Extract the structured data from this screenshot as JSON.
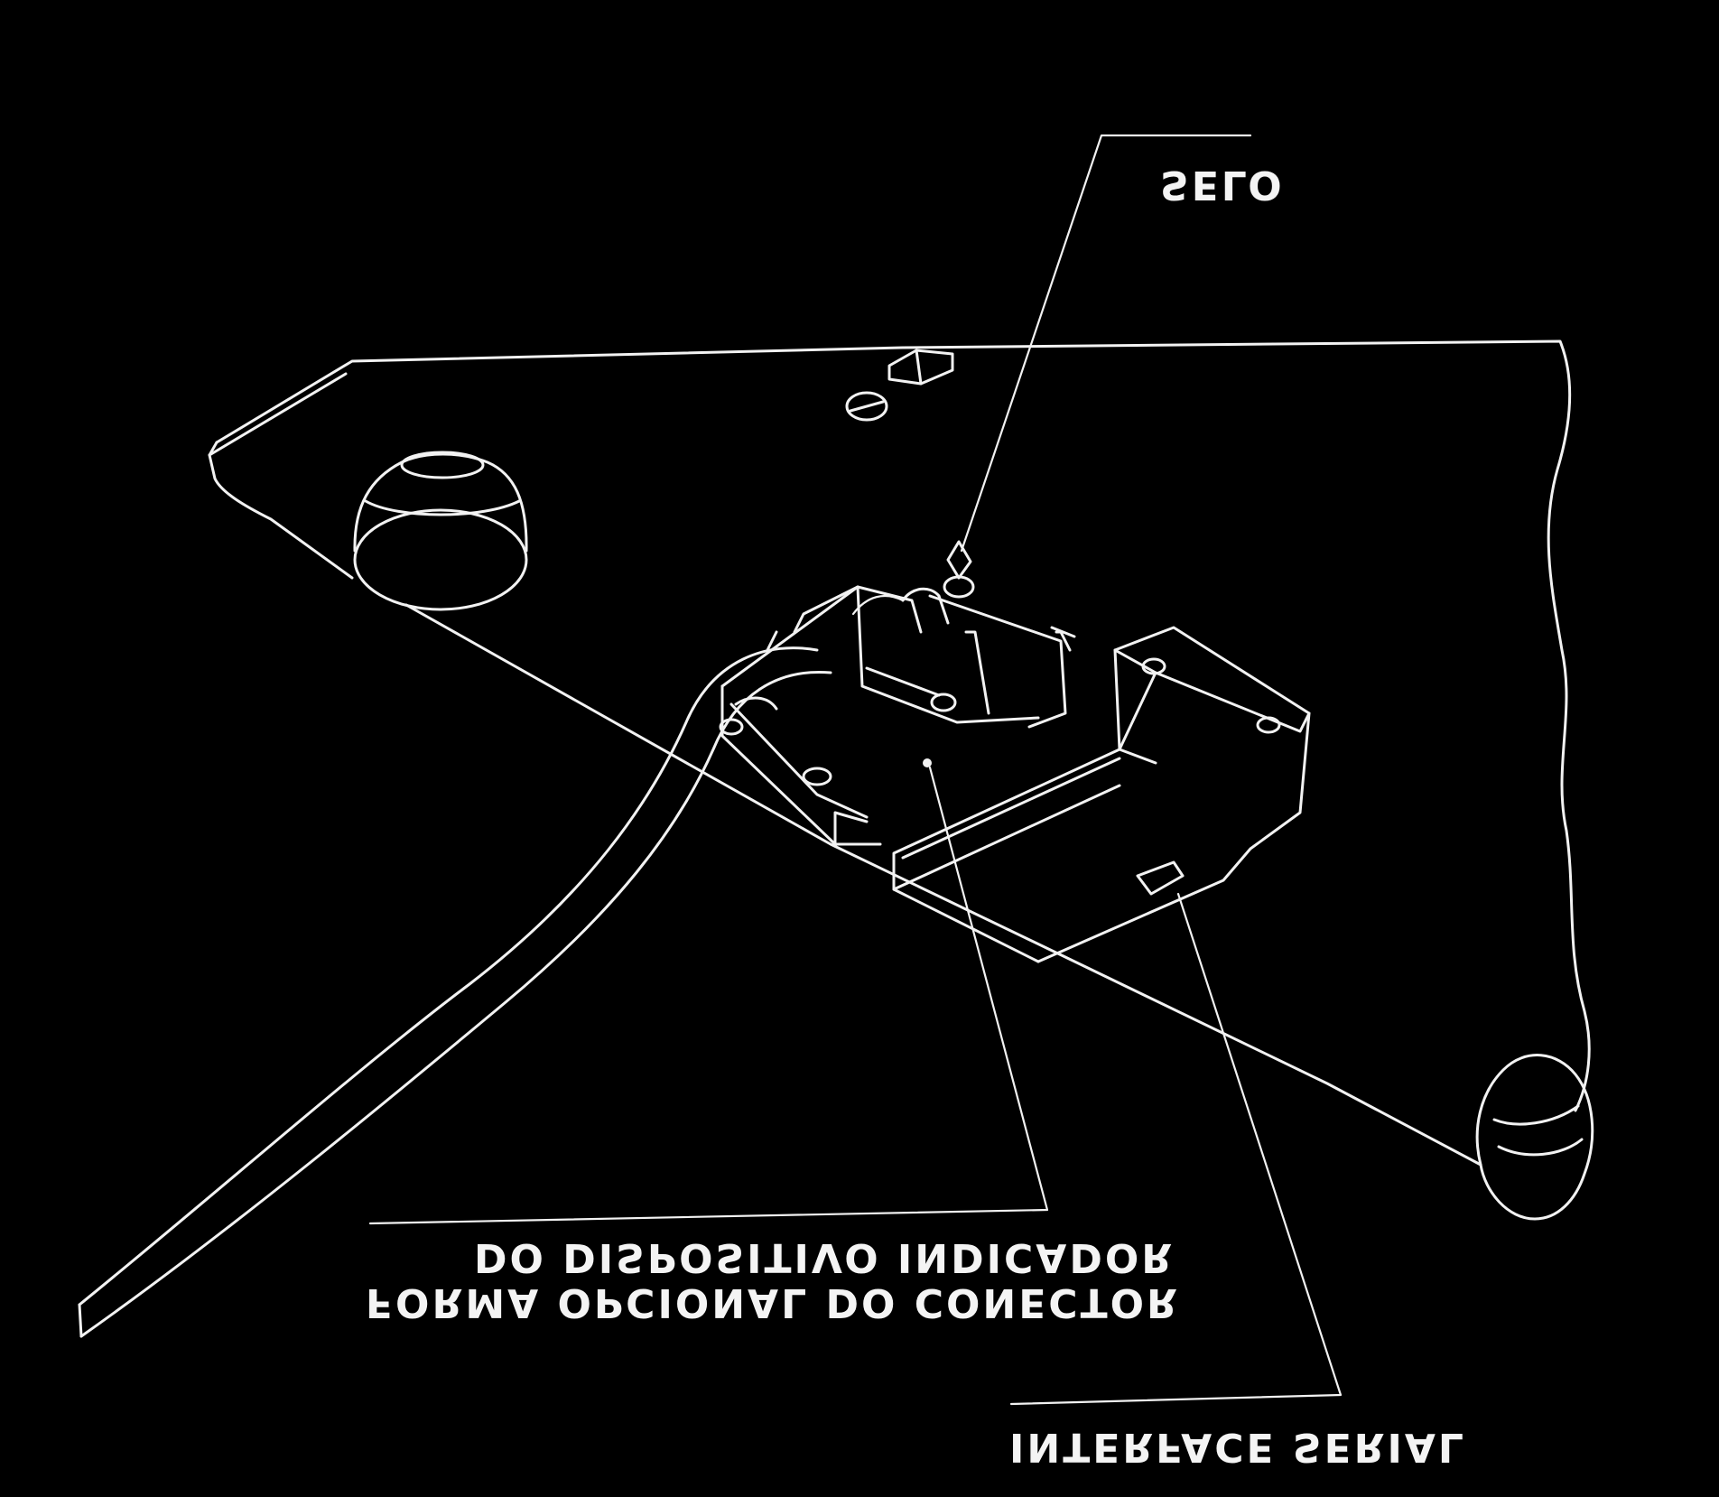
{
  "labels": {
    "seal": "SELO",
    "connector_line1": "FORMA OPCIONAL DO CONECTOR",
    "connector_line2": "DO DISPOSITIVO INDICADOR",
    "serial": "INTERFACE SERIAL"
  },
  "colors": {
    "background": "#000000",
    "line": "#f2f2f2"
  }
}
